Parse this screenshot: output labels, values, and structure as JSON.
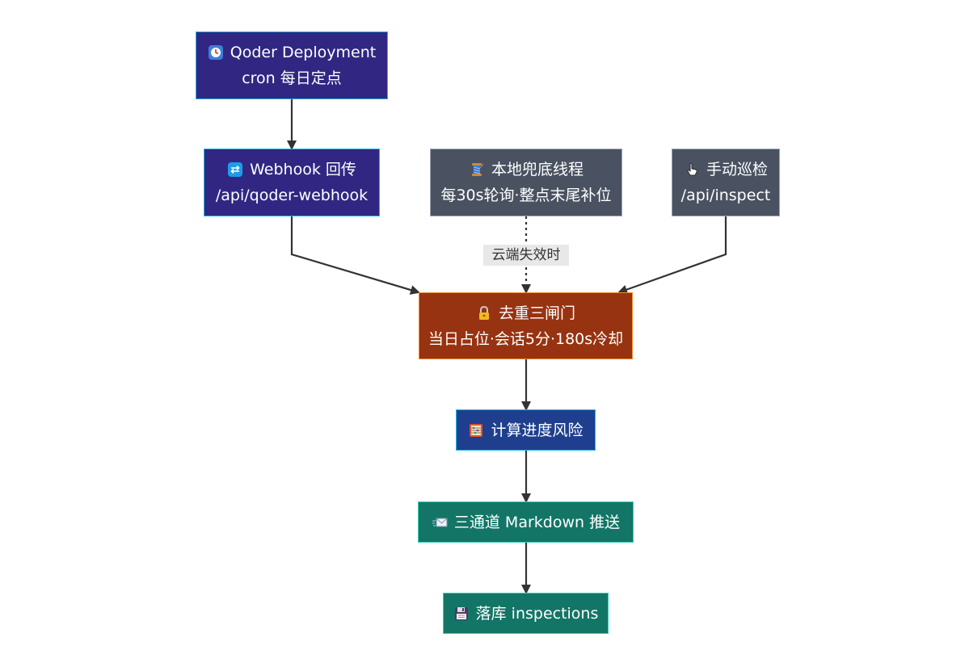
{
  "nodes": {
    "deployment": {
      "icon": "cron-clock-icon",
      "line1": "Qoder Deployment",
      "line2": "cron 每日定点"
    },
    "webhook": {
      "icon": "sync-arrows-icon",
      "line1": "Webhook 回传",
      "line2": "/api/qoder-webhook"
    },
    "fallback": {
      "icon": "thread-spool-icon",
      "line1": "本地兜底线程",
      "line2": "每30s轮询·整点末尾补位"
    },
    "inspect": {
      "icon": "hand-pointer-icon",
      "line1": "手动巡检",
      "line2": "/api/inspect"
    },
    "dedupe": {
      "icon": "lock-icon",
      "line1": "去重三闸门",
      "line2": "当日占位·会话5分·180s冷却"
    },
    "compute": {
      "icon": "abacus-icon",
      "line1": "计算进度风险"
    },
    "push": {
      "icon": "envelope-icon",
      "line1": "三通道 Markdown 推送"
    },
    "store": {
      "icon": "floppy-disk-icon",
      "line1": "落库 inspections"
    }
  },
  "edges": {
    "fallback_to_dedupe_label": "云端失效时"
  },
  "colors": {
    "source_node": "#312783",
    "secondary_node": "#4a5261",
    "gate_node": "#973310",
    "compute_node": "#1f3f8e",
    "output_node": "#137566",
    "arrow": "#333333"
  }
}
